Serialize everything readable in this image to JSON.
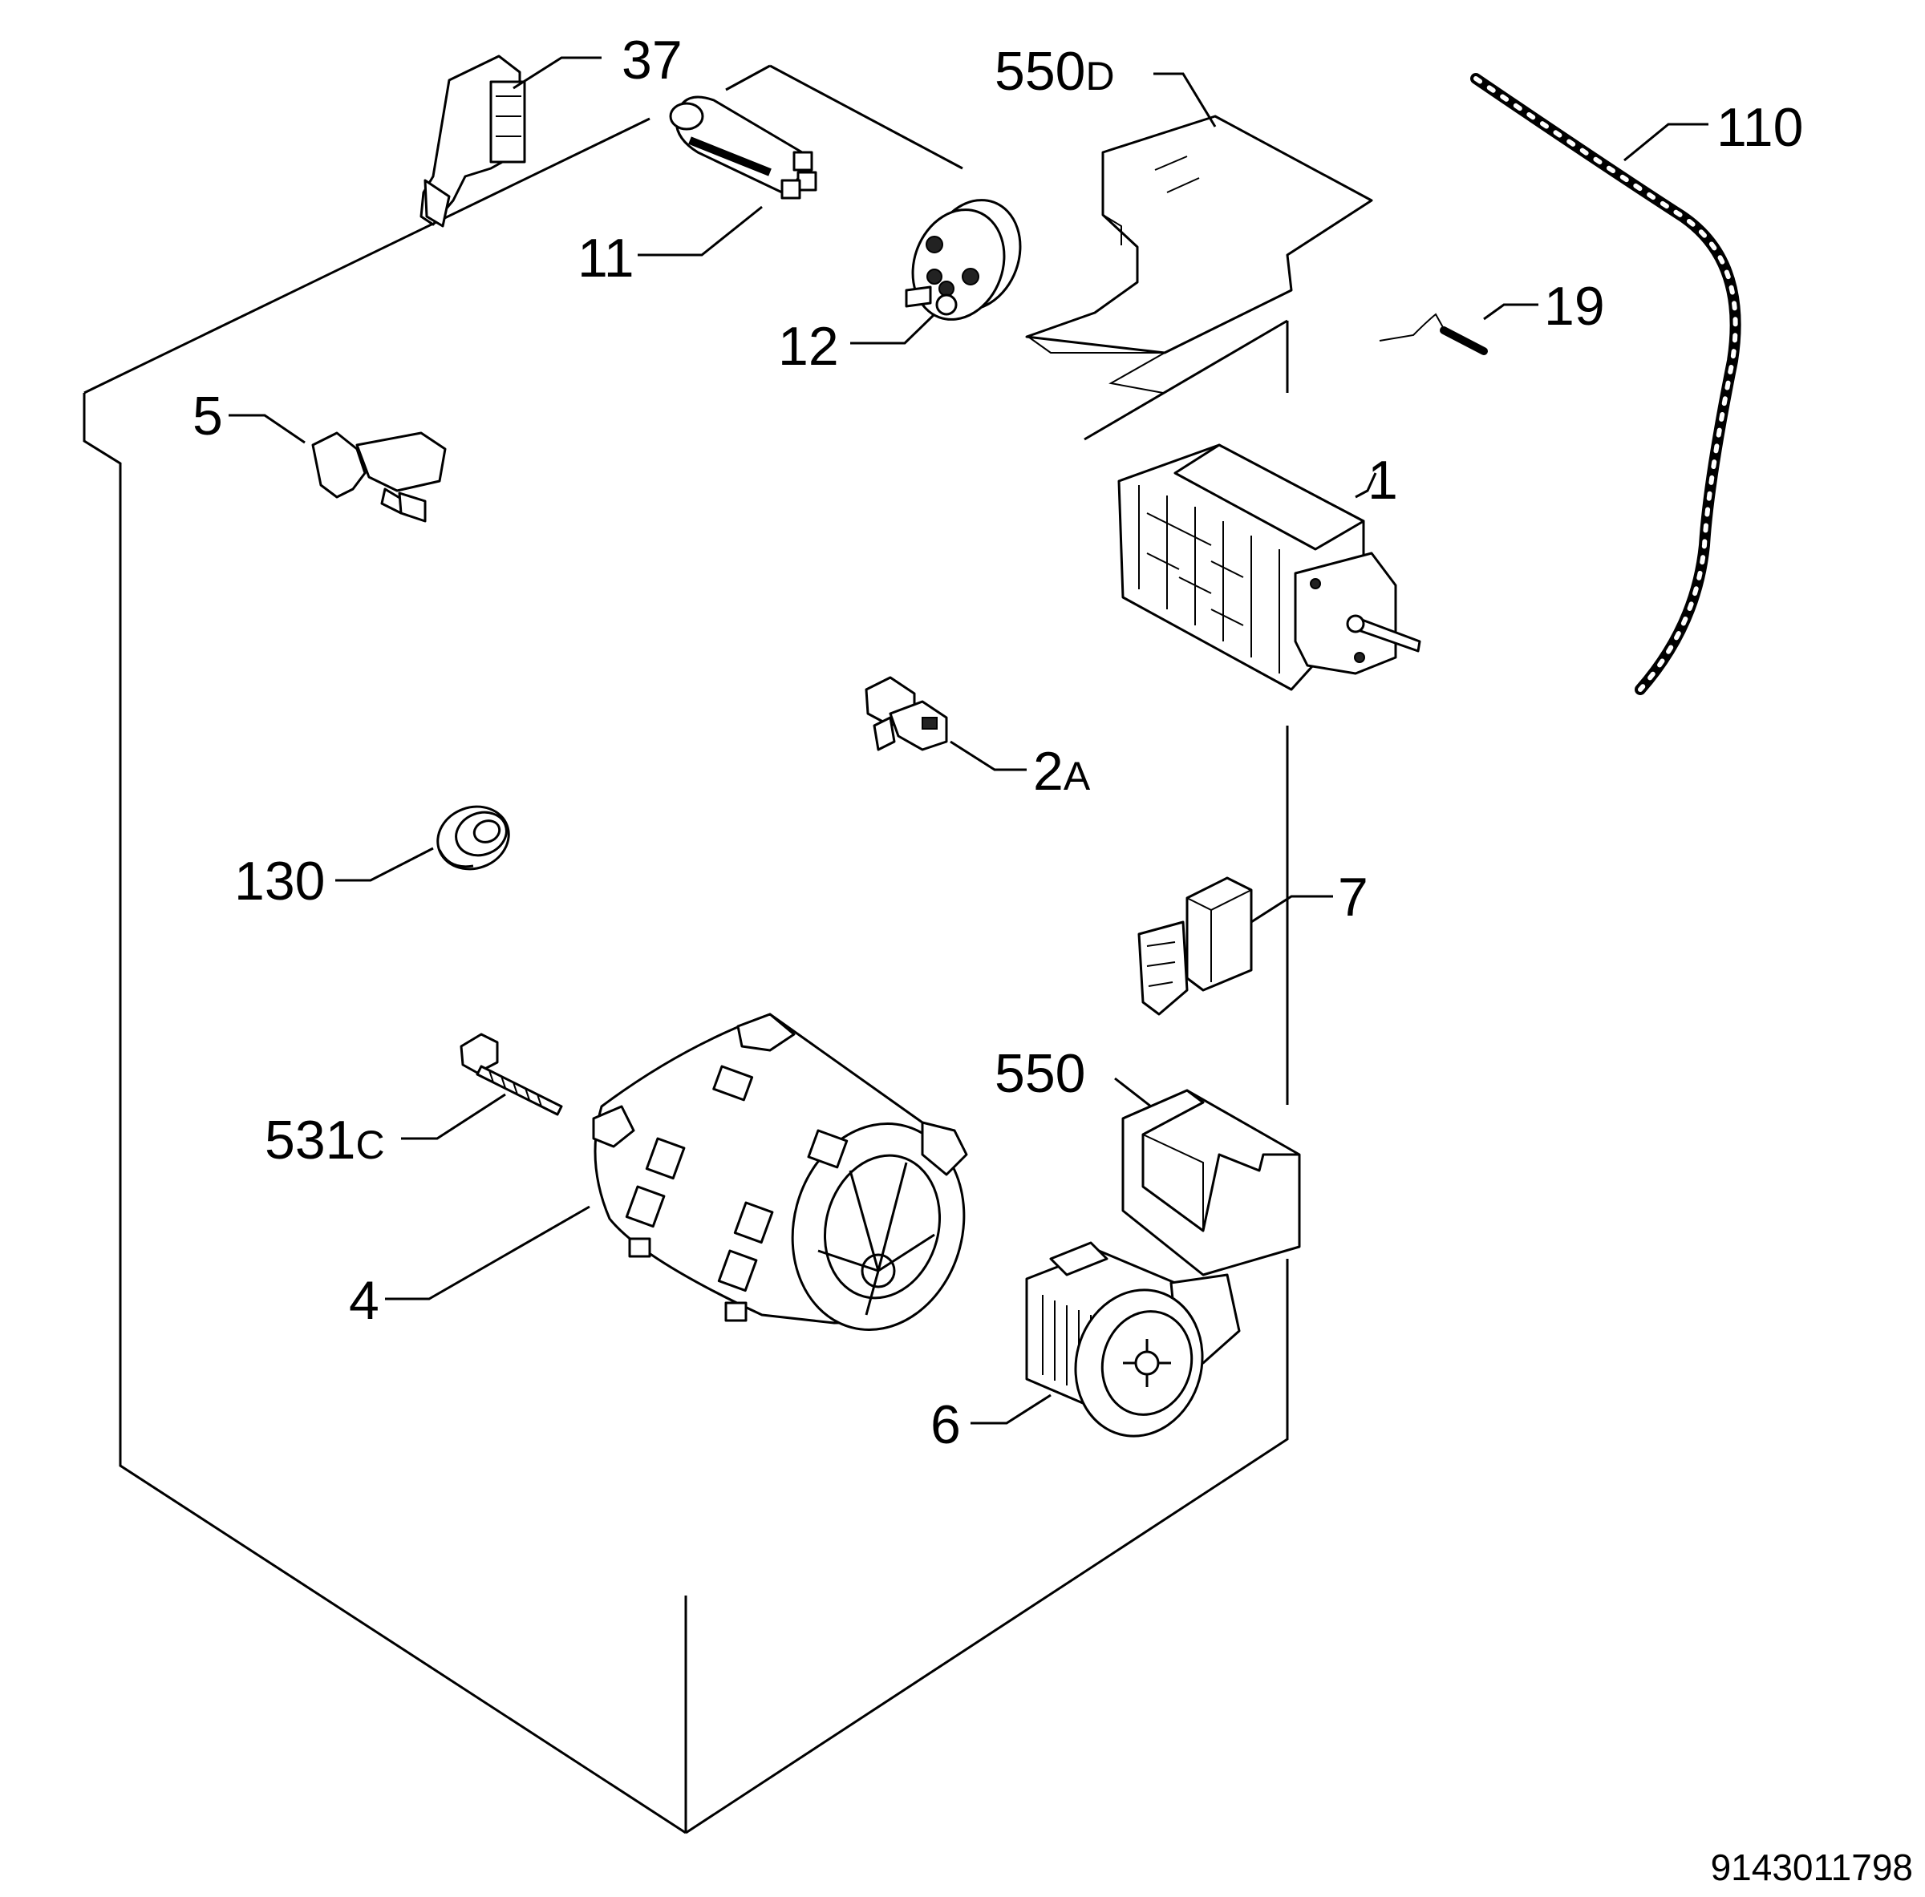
{
  "diagram": {
    "document_number": "9143011798",
    "parts": [
      {
        "id": "37",
        "main": "37",
        "suffix": ""
      },
      {
        "id": "550D",
        "main": "550",
        "suffix": "D"
      },
      {
        "id": "110",
        "main": "110",
        "suffix": ""
      },
      {
        "id": "11",
        "main": "11",
        "suffix": ""
      },
      {
        "id": "19",
        "main": "19",
        "suffix": ""
      },
      {
        "id": "12",
        "main": "12",
        "suffix": ""
      },
      {
        "id": "5",
        "main": "5",
        "suffix": ""
      },
      {
        "id": "1",
        "main": "1",
        "suffix": ""
      },
      {
        "id": "2A",
        "main": "2",
        "suffix": "A"
      },
      {
        "id": "130",
        "main": "130",
        "suffix": ""
      },
      {
        "id": "7",
        "main": "7",
        "suffix": ""
      },
      {
        "id": "550",
        "main": "550",
        "suffix": ""
      },
      {
        "id": "531C",
        "main": "531",
        "suffix": "C"
      },
      {
        "id": "4",
        "main": "4",
        "suffix": ""
      },
      {
        "id": "6",
        "main": "6",
        "suffix": ""
      }
    ]
  }
}
